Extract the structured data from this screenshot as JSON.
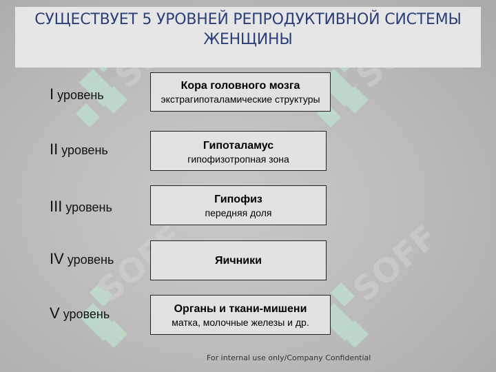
{
  "slide": {
    "title": "СУЩЕСТВУЕТ 5 УРОВНЕЙ РЕПРОДУКТИВНОЙ СИСТЕМЫ ЖЕНЩИНЫ",
    "footer": "For internal use only/Company Confidential",
    "watermark_text": "SOFF"
  },
  "levels": [
    {
      "roman": "I",
      "label": "уровень",
      "box_title": "Кора головного мозга",
      "box_sub": "экстрагипоталамические структуры"
    },
    {
      "roman": "II",
      "label": "уровень",
      "box_title": "Гипоталамус",
      "box_sub": "гипофизотропная зона"
    },
    {
      "roman": "III",
      "label": "уровень",
      "box_title": "Гипофиз",
      "box_sub": "передняя доля"
    },
    {
      "roman": "IV",
      "label": "уровень",
      "box_title": "Яичники",
      "box_sub": ""
    },
    {
      "roman": "V",
      "label": "уровень",
      "box_title": "Органы и ткани-мишени",
      "box_sub": "матка, молочные железы и др."
    }
  ],
  "colors": {
    "title": "#2b3f7a",
    "watermark": "#a8e6c8"
  }
}
